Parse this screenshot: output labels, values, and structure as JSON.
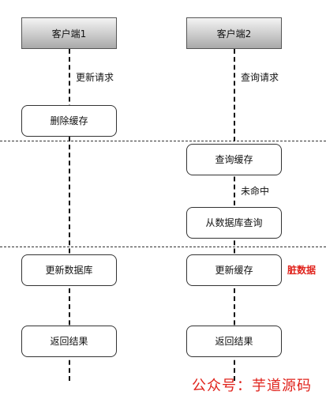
{
  "client1": {
    "header": "客户端1",
    "request_label": "更新请求",
    "steps": [
      "删除缓存",
      "更新数据库",
      "返回结果"
    ]
  },
  "client2": {
    "header": "客户端2",
    "request_label": "查询请求",
    "steps": [
      "查询缓存",
      "从数据库查询",
      "更新缓存",
      "返回结果"
    ],
    "miss_label": "未命中",
    "dirty_label": "脏数据"
  },
  "watermark": "公众号：芋道源码",
  "colors": {
    "dirty": "#e0231c",
    "header_top": "#f4f4f4",
    "header_bottom": "#a9a9a9"
  }
}
